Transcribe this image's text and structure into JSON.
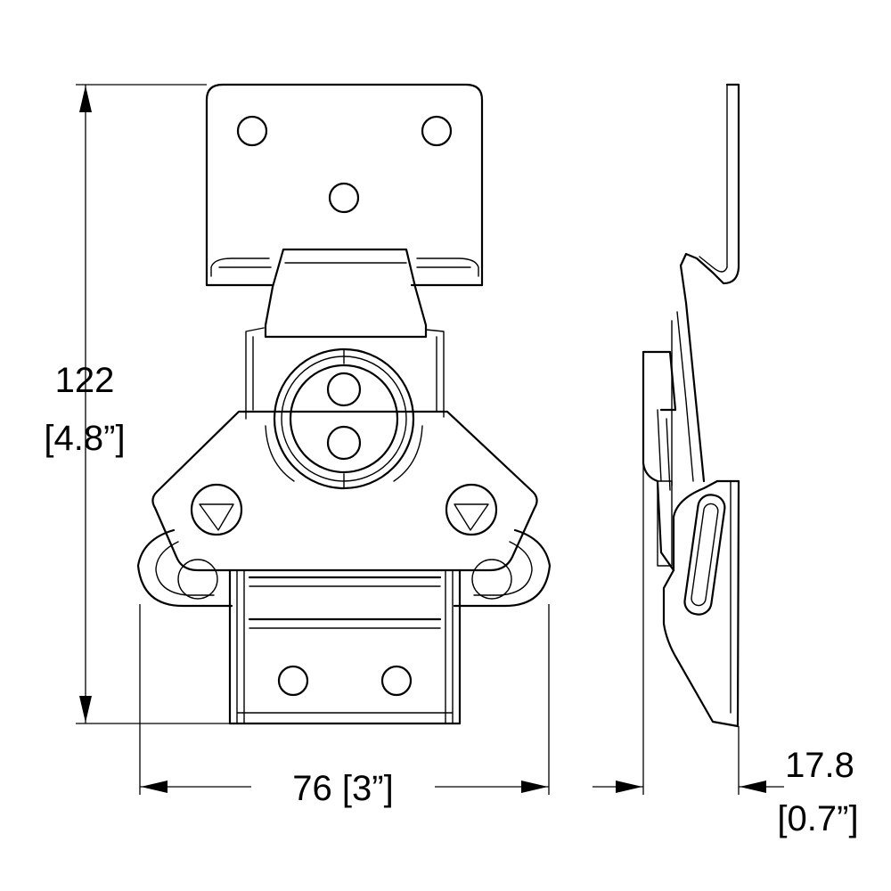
{
  "dimensions": {
    "height": {
      "mm": "122",
      "inch": "[4.8”]"
    },
    "width": {
      "mm_and_inch": "76 [3”]"
    },
    "depth": {
      "mm": "17.8",
      "inch": "[0.7”]"
    }
  }
}
